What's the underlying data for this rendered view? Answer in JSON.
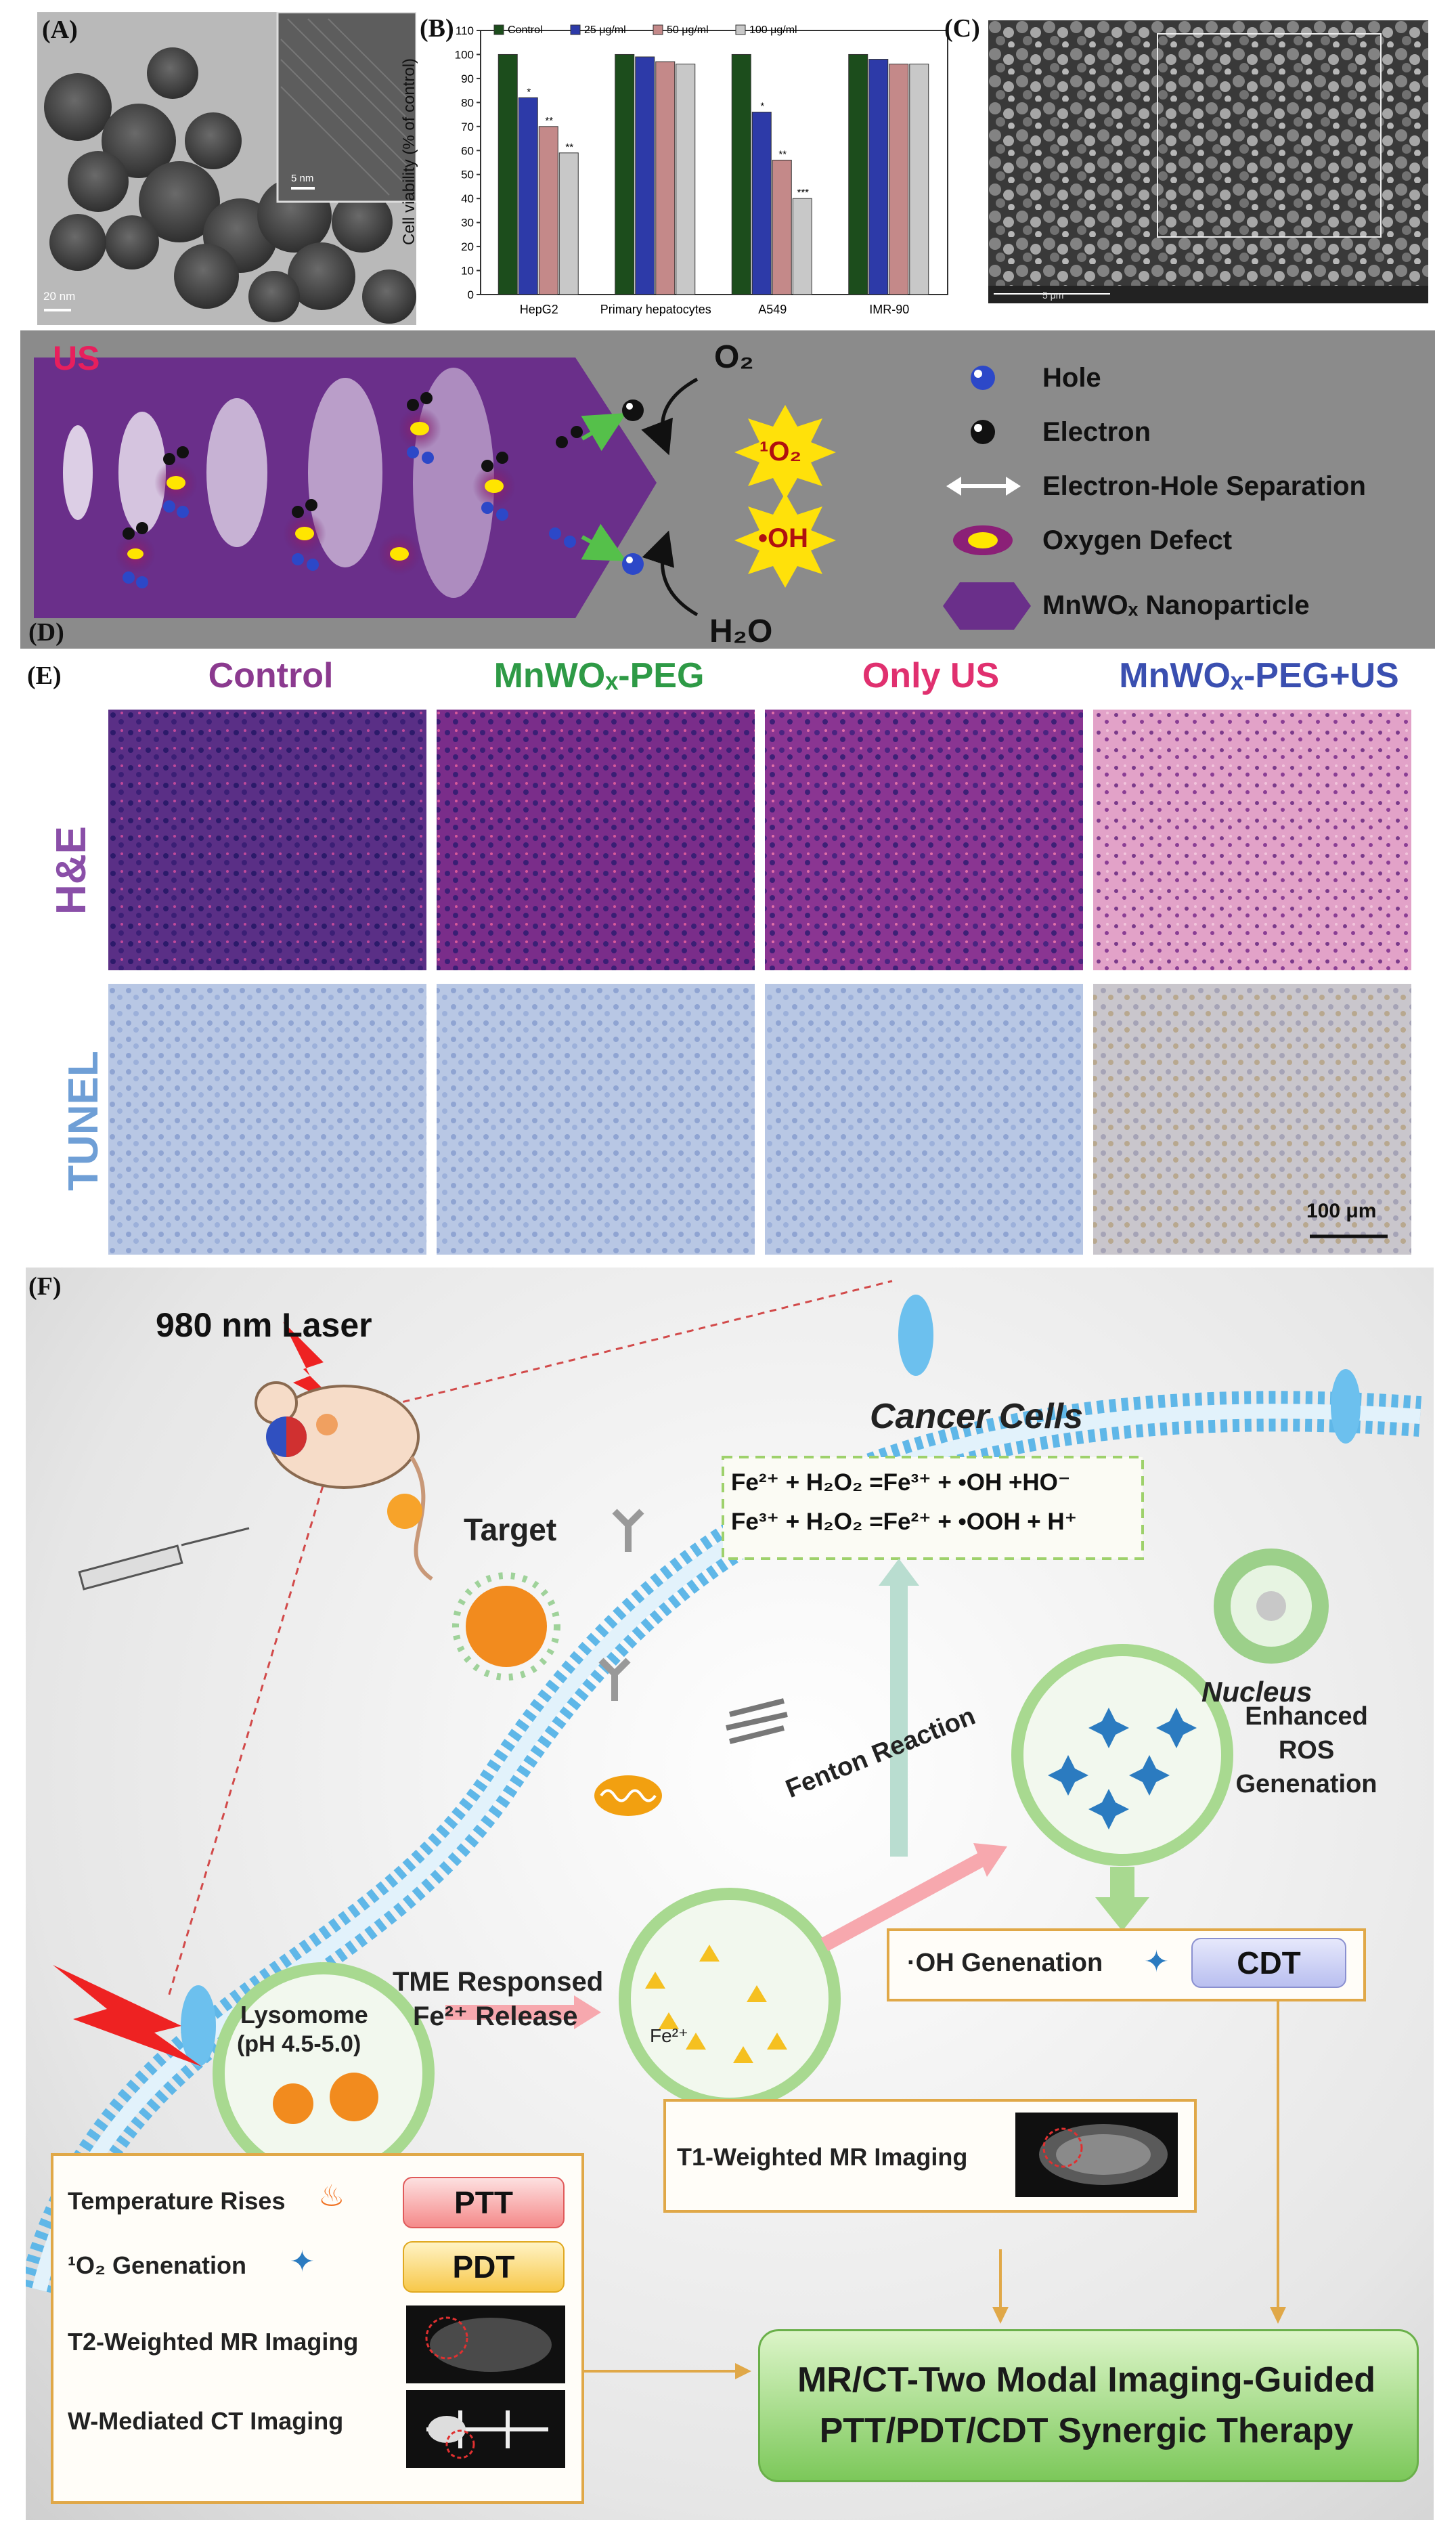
{
  "panels": {
    "a": {
      "label": "(A)",
      "main_scale": "20 nm",
      "inset_scale": "5 nm"
    },
    "b": {
      "label": "(B)"
    },
    "c": {
      "label": "(C)",
      "scale": "5 μm"
    },
    "d": {
      "label": "(D)"
    },
    "e": {
      "label": "(E)"
    },
    "f": {
      "label": "(F)"
    }
  },
  "chart_data": {
    "type": "bar",
    "ylabel": "Cell viability (% of control)",
    "ylim": [
      0,
      110
    ],
    "yticks": [
      "0",
      "10",
      "20",
      "30",
      "40",
      "50",
      "60",
      "70",
      "80",
      "90",
      "100",
      "110"
    ],
    "categories": [
      "HepG2",
      "Primary hepatocytes",
      "A549",
      "IMR-90"
    ],
    "series": [
      {
        "name": "Control",
        "values": [
          100,
          100,
          100,
          100
        ],
        "color": "#1c4d1c"
      },
      {
        "name": "25 μg/ml",
        "values": [
          82,
          99,
          76,
          98
        ],
        "color": "#2d3aa8"
      },
      {
        "name": "50 μg/ml",
        "values": [
          70,
          97,
          56,
          96
        ],
        "color": "#c48989"
      },
      {
        "name": "100 μg/ml",
        "values": [
          59,
          96,
          40,
          96
        ],
        "color": "#c8c8c8"
      }
    ],
    "significance": [
      [
        "*",
        "**",
        "**"
      ],
      [
        "",
        "",
        ""
      ],
      [
        "*",
        "**",
        "***"
      ],
      [
        "",
        "",
        ""
      ]
    ]
  },
  "diagram_d": {
    "us_label": "US",
    "o2": "O₂",
    "singlet": "¹O₂",
    "oh": "•OH",
    "h2o": "H₂O",
    "legend": [
      {
        "icon": "hole",
        "text": "Hole"
      },
      {
        "icon": "electron",
        "text": "Electron"
      },
      {
        "icon": "separation",
        "text": "Electron-Hole Separation"
      },
      {
        "icon": "defect",
        "text": "Oxygen Defect"
      },
      {
        "icon": "nanoparticle",
        "text": "MnWOₓ Nanoparticle"
      }
    ]
  },
  "histology": {
    "columns": [
      {
        "title": "Control",
        "color": "#8b3a8f"
      },
      {
        "title": "MnWOₓ-PEG",
        "color": "#2e9a46"
      },
      {
        "title": "Only US",
        "color": "#e0306f"
      },
      {
        "title": "MnWOₓ-PEG+US",
        "color": "#3a4fb0"
      }
    ],
    "rows": [
      {
        "title": "H&E",
        "color": "#8a4fa8"
      },
      {
        "title": "TUNEL",
        "color": "#6f9fd6"
      }
    ],
    "scale": "100 μm"
  },
  "scheme_f": {
    "laser": "980 nm Laser",
    "cancer": "Cancer Cells",
    "target": "Target",
    "eq1": "Fe²⁺ + H₂O₂ =Fe³⁺ + •OH +HO⁻",
    "eq2": "Fe³⁺ + H₂O₂ =Fe²⁺ + •OOH + H⁺",
    "nucleus": "Nucleus",
    "ros": "Enhanced ROS Genenation",
    "fenton": "Fenton Reaction",
    "lyso1": "Lysomome",
    "lyso2": "(pH 4.5-5.0)",
    "tme1": "TME Responsed",
    "tme2": "Fe²⁺ Release",
    "fe2": "Fe²⁺",
    "oh_gen": "·OH Genenation",
    "cdt": "CDT",
    "t1": "T1-Weighted MR Imaging",
    "temp": "Temperature Rises",
    "ptt": "PTT",
    "o2gen": "¹O₂ Genenation",
    "pdt": "PDT",
    "t2": "T2-Weighted MR Imaging",
    "ct": "W-Mediated CT Imaging",
    "final1": "MR/CT-Two Modal Imaging-Guided",
    "final2": "PTT/PDT/CDT Synergic Therapy"
  }
}
